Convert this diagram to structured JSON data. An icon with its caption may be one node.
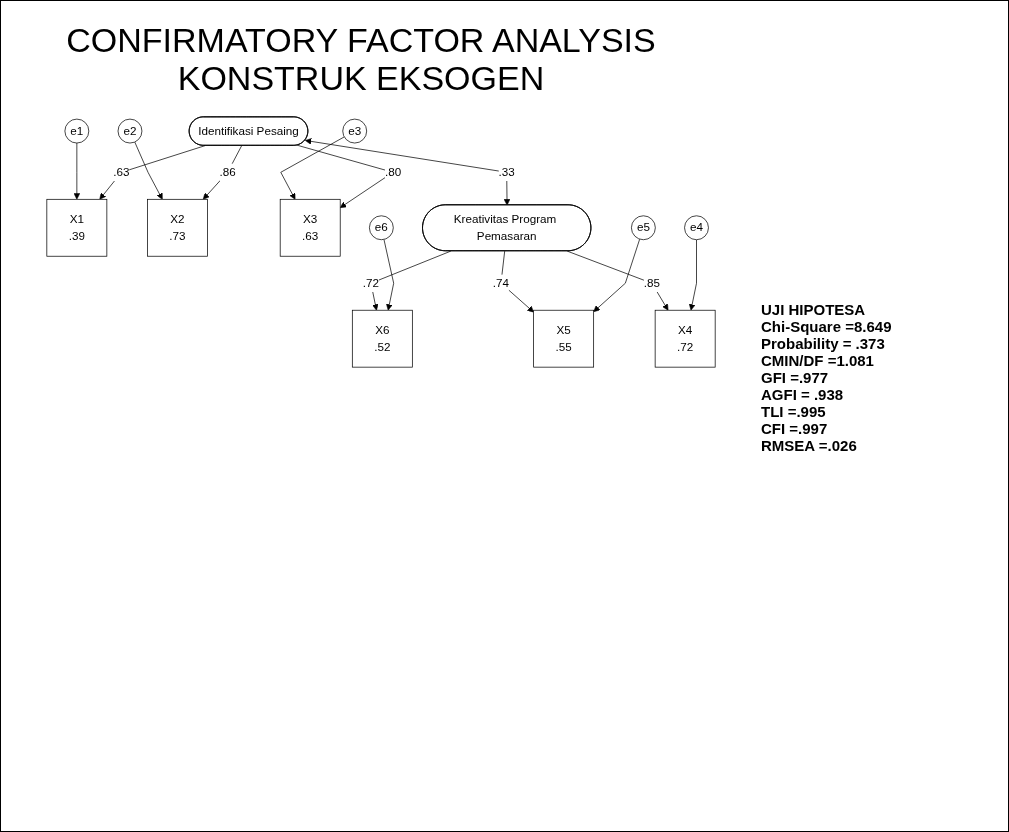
{
  "diagram": {
    "title": "CONFIRMATORY FACTOR ANALYSIS KONSTRUK EKSOGEN",
    "nodes": [
      {
        "text": [
          "e1"
        ]
      },
      {
        "text": [
          "e2"
        ]
      },
      {
        "text": [
          "e3"
        ]
      },
      {
        "text": [
          "X1",
          ".39"
        ]
      },
      {
        "text": [
          "X2",
          ".73"
        ]
      },
      {
        "text": [
          "X3",
          ".63"
        ]
      },
      {
        "text": [
          "Identifikasi Pesaing"
        ]
      },
      {
        "text": [
          "Kreativitas Program Pemasaran"
        ]
      },
      {
        "text": [
          "X6",
          ".52"
        ]
      },
      {
        "text": [
          "X5",
          ".55"
        ]
      },
      {
        "text": [
          "X4",
          ".72"
        ]
      },
      {
        "text": [
          "e6"
        ]
      },
      {
        "text": [
          "e5"
        ]
      },
      {
        "text": [
          "e4"
        ]
      }
    ],
    "edges": [
      {
        "from": 0,
        "to": 3,
        "arrow": "to"
      },
      {
        "from": 1,
        "to": 4,
        "arrow": "to"
      },
      {
        "from": 2,
        "to": 5,
        "arrow": "to"
      },
      {
        "from": 6,
        "to": 3,
        "arrow": "to",
        "label": ".63"
      },
      {
        "from": 6,
        "to": 4,
        "arrow": "to",
        "label": ".86"
      },
      {
        "from": 6,
        "to": 5,
        "arrow": "to",
        "label": ".80"
      },
      {
        "from": 6,
        "to": 7,
        "arrow": "both",
        "label": ".33"
      },
      {
        "from": 7,
        "to": 8,
        "arrow": "to",
        "label": ".72"
      },
      {
        "from": 7,
        "to": 9,
        "arrow": "to",
        "label": ".74"
      },
      {
        "from": 7,
        "to": 10,
        "arrow": "to",
        "label": ".85"
      },
      {
        "from": 11,
        "to": 8,
        "arrow": "to"
      },
      {
        "from": 12,
        "to": 9,
        "arrow": "to"
      },
      {
        "from": 13,
        "to": 10,
        "arrow": "to"
      }
    ],
    "labels": [
      "UJI HIPOTESA",
      "Chi-Square =8.649",
      "Probability = .373",
      "CMIN/DF =1.081",
      "GFI =.977",
      "AGFI = .938",
      "TLI =.995",
      "CFI =.997",
      "RMSEA =.026"
    ]
  }
}
